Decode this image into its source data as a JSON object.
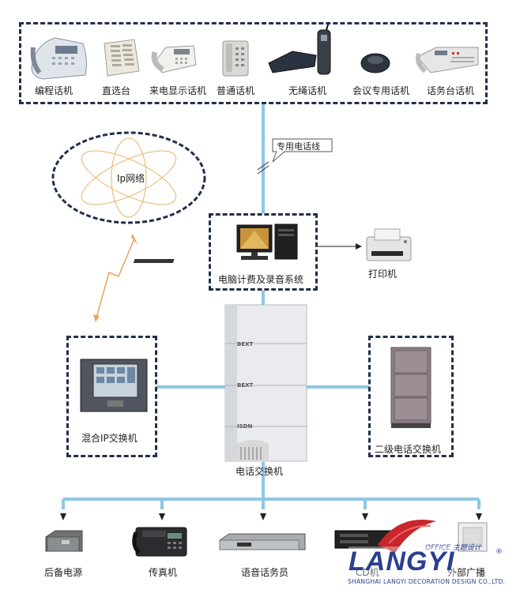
{
  "top_devices": {
    "programming_phone": "编程话机",
    "direct_select": "直选台",
    "caller_id_phone": "来电显示话机",
    "ordinary_phone": "普通话机",
    "cordless_phone": "无绳话机",
    "conference_phone": "会议专用话机",
    "operator_phone": "话务台话机"
  },
  "dedicated_line": "专用电话线",
  "ip_network": "Ip网络",
  "billing_system": "电脑计费及录音系统",
  "printer": "打印机",
  "hybrid_ip_switch": "混合IP交换机",
  "pbx": "电话交换机",
  "secondary_switch": "二级电话交换机",
  "pbx_brand": {
    "model_1": "BEXT",
    "model_2": "BEXT",
    "isdn": "ISDN"
  },
  "bottom_devices": {
    "backup_power": "后备电源",
    "fax": "传真机",
    "voice_operator": "语音话务员",
    "cd": "CD机",
    "external": "外部广播"
  },
  "logo": {
    "office": "OFFICE 主题设计",
    "brand": "LANGYI",
    "company": "SHANGHAI LANGYI DECORATION DESIGN CO.,LTD."
  },
  "colors": {
    "line": "#8fc7e3",
    "box_border": "#222f4a",
    "arrow": "#e8a25a",
    "logo_blue": "#2a3f8f",
    "logo_red": "#c8262c"
  }
}
